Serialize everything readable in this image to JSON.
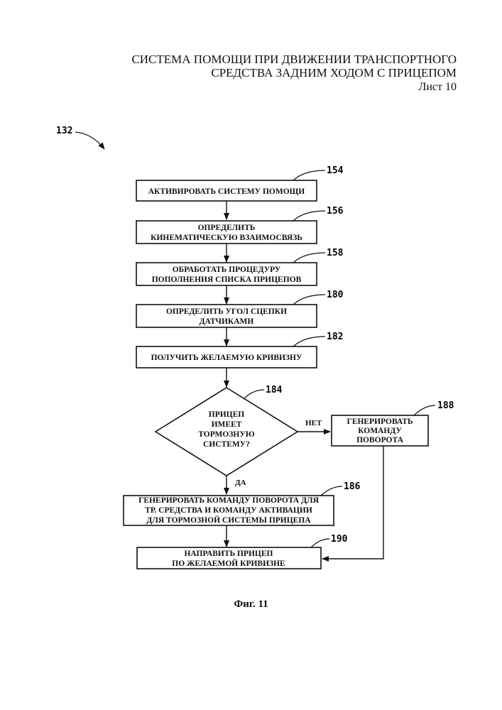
{
  "header": {
    "title_line1": "СИСТЕМА ПОМОЩИ ПРИ ДВИЖЕНИИ ТРАНСПОРТНОГО",
    "title_line2": "СРЕДСТВА ЗАДНИМ ХОДОМ С ПРИЦЕПОМ",
    "sheet": "Лист 10"
  },
  "figure": {
    "ref": "132",
    "caption": "Фиг. 11"
  },
  "flowchart": {
    "steps": [
      {
        "ref": "154",
        "text": [
          "АКТИВИРОВАТЬ СИСТЕМУ ПОМОЩИ"
        ]
      },
      {
        "ref": "156",
        "text": [
          "ОПРЕДЕЛИТЬ",
          "КИНЕМАТИЧЕСКУЮ ВЗАИМОСВЯЗЬ"
        ]
      },
      {
        "ref": "158",
        "text": [
          "ОБРАБОТАТЬ ПРОЦЕДУРУ",
          "ПОПОЛНЕНИЯ СПИСКА ПРИЦЕПОВ"
        ]
      },
      {
        "ref": "180",
        "text": [
          "ОПРЕДЕЛИТЬ УГОЛ СЦЕПКИ",
          "ДАТЧИКАМИ"
        ]
      },
      {
        "ref": "182",
        "text": [
          "ПОЛУЧИТЬ ЖЕЛАЕМУЮ КРИВИЗНУ"
        ]
      }
    ],
    "decision": {
      "ref": "184",
      "text": [
        "ПРИЦЕП",
        "ИМЕЕТ",
        "ТОРМОЗНУЮ",
        "СИСТЕМУ?"
      ],
      "no_label": "НЕТ",
      "yes_label": "ДА"
    },
    "no_branch": {
      "ref": "188",
      "text": [
        "ГЕНЕРИРОВАТЬ",
        "КОМАНДУ",
        "ПОВОРОТА"
      ]
    },
    "yes_branch": {
      "ref": "186",
      "text": [
        "ГЕНЕРИРОВАТЬ КОМАНДУ ПОВОРОТА ДЛЯ",
        "ТР. СРЕДСТВА И КОМАНДУ АКТИВАЦИИ",
        "ДЛЯ ТОРМОЗНОЙ СИСТЕМЫ ПРИЦЕПА"
      ]
    },
    "final": {
      "ref": "190",
      "text": [
        "НАПРАВИТЬ ПРИЦЕП",
        "ПО ЖЕЛАЕМОЙ КРИВИЗНЕ"
      ]
    }
  }
}
